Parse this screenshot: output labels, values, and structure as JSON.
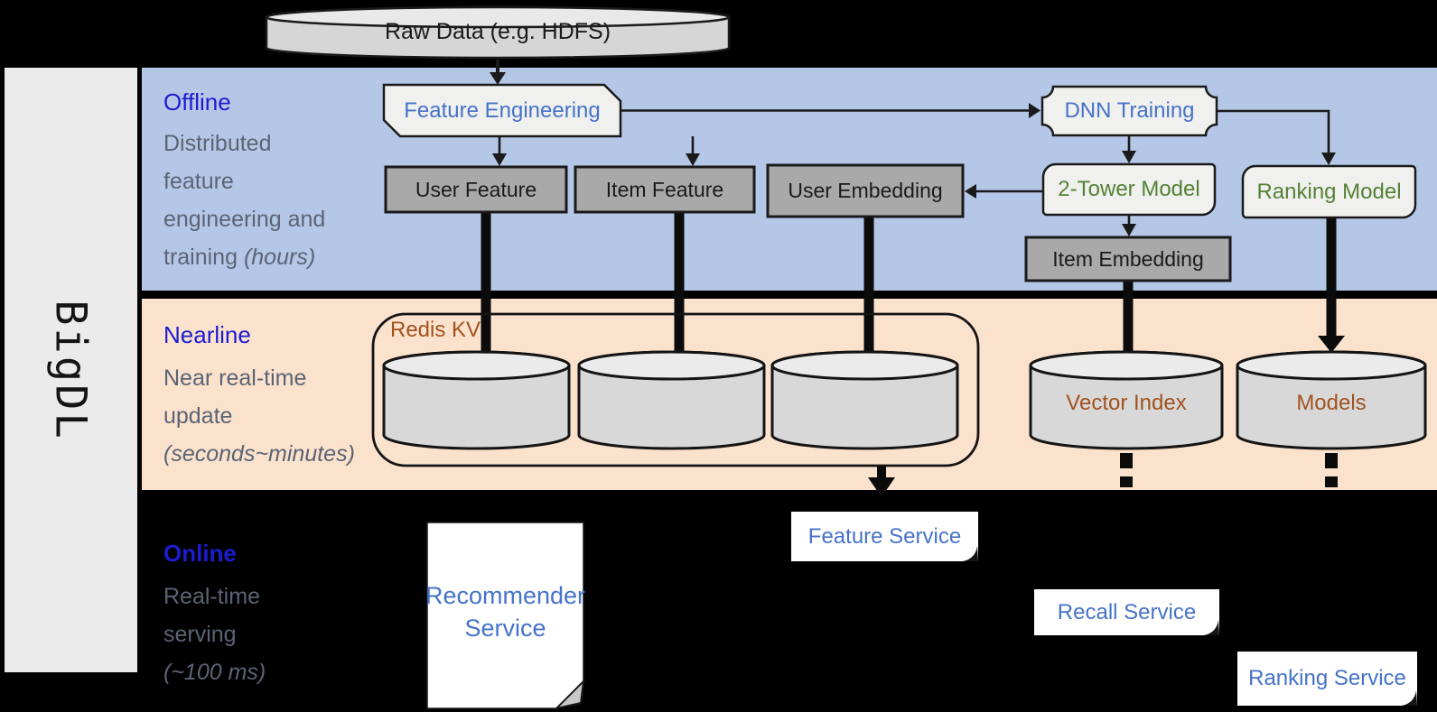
{
  "brand": {
    "name": "BigDL"
  },
  "colors": {
    "background": "#000000",
    "sidebar": "#ebebeb",
    "offline_band": "#b4c7e7",
    "nearline_band": "#fbe2cd",
    "band_title_blue": "#1d1cd1",
    "description_gray": "#5b6474",
    "node_text_blue": "#4673c8",
    "node_text_green": "#548235",
    "node_text_brown": "#a2521f",
    "gray_box": "#a9a9a9",
    "light_box": "#f0f0ee",
    "cylinder_body": "#d8d8d8",
    "cylinder_top": "#ebebeb"
  },
  "raw_data": {
    "label": "Raw Data (e.g. HDFS)"
  },
  "bands": {
    "offline": {
      "title": "Offline",
      "desc_line1": "Distributed",
      "desc_line2": "feature",
      "desc_line3": "engineering and",
      "desc_line4_plain": "training ",
      "desc_line4_italic": "(hours)"
    },
    "nearline": {
      "title": "Nearline",
      "desc_line1": "Near real-time",
      "desc_line2": "update",
      "desc_line3_italic": "(seconds~minutes)"
    },
    "online": {
      "title": "Online",
      "desc_line1": "Real-time",
      "desc_line2": "serving",
      "desc_line3_italic": "(~100 ms)"
    }
  },
  "nodes": {
    "feature_engineering": "Feature Engineering",
    "dnn_training": "DNN Training",
    "user_feature": "User Feature",
    "item_feature": "Item Feature",
    "user_embedding": "User Embedding",
    "two_tower_model": "2-Tower Model",
    "ranking_model": "Ranking Model",
    "item_embedding": "Item Embedding",
    "redis_kv": "Redis KV",
    "vector_index": "Vector Index",
    "models": "Models",
    "recommender_service_line1": "Recommender",
    "recommender_service_line2": "Service",
    "feature_service": "Feature Service",
    "recall_service": "Recall Service",
    "ranking_service": "Ranking Service"
  }
}
